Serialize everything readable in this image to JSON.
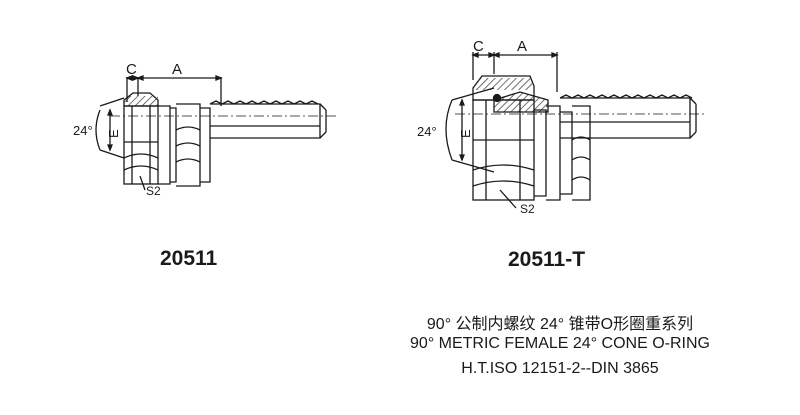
{
  "fitting_left": {
    "model": "20511",
    "dim_c": "C",
    "dim_a": "A",
    "dim_e": "E",
    "angle": "24°",
    "hex": "S2"
  },
  "fitting_right": {
    "model": "20511-T",
    "dim_c": "C",
    "dim_a": "A",
    "dim_e": "E",
    "angle": "24°",
    "hex": "S2"
  },
  "caption": {
    "line1": "90° 公制内螺纹 24° 锥带O形圈重系列",
    "line2": "90° METRIC FEMALE 24° CONE O-RING",
    "line3": "H.T.ISO 12151-2--DIN 3865"
  },
  "colors": {
    "line": "#1a1a1a",
    "hatch": "#333333",
    "background": "#ffffff"
  }
}
